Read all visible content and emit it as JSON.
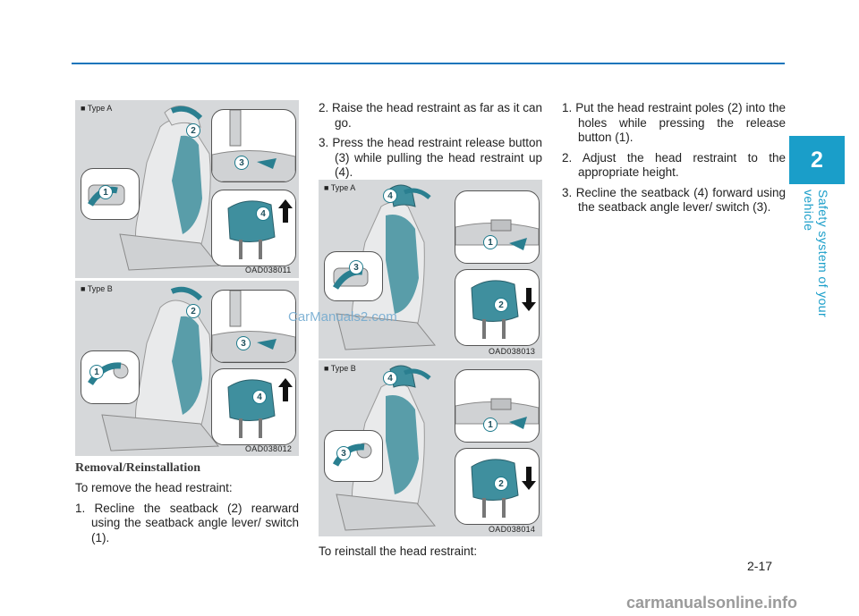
{
  "header": {
    "chapter_number": "2",
    "chapter_title": "Safety system of your vehicle"
  },
  "figures": [
    {
      "label": "■ Type A",
      "code": "OAD038011",
      "badges": [
        "1",
        "2",
        "3",
        "4"
      ]
    },
    {
      "label": "■ Type B",
      "code": "OAD038012",
      "badges": [
        "1",
        "2",
        "3",
        "4"
      ]
    },
    {
      "label": "■ Type A",
      "code": "OAD038013",
      "badges": [
        "1",
        "2",
        "3",
        "4"
      ]
    },
    {
      "label": "■ Type B",
      "code": "OAD038014",
      "badges": [
        "1",
        "2",
        "3",
        "4"
      ]
    }
  ],
  "removal": {
    "title": "Removal/Reinstallation",
    "intro": "To remove the head restraint:",
    "steps": [
      "1. Recline the seatback (2) rearward using the seatback angle lever/ switch (1).",
      "2. Raise the head restraint as far as it can go.",
      "3. Press the head restraint release button (3) while pulling the head restraint up (4)."
    ]
  },
  "reinstall": {
    "intro": "To reinstall the head restraint:",
    "steps": [
      "1. Put the head restraint poles (2) into the holes while pressing the release button (1).",
      "2. Adjust the head restraint to the appropriate height.",
      "3. Recline the seatback (4) forward using the seatback angle lever/ switch (3)."
    ]
  },
  "page_number": "2-17",
  "watermark": "CarManuals2.com",
  "footer_watermark": "carmanualsonline.info",
  "colors": {
    "accent": "#1a9ec9",
    "rule": "#1b75bb",
    "seat_highlight": "#3f8f9e"
  }
}
